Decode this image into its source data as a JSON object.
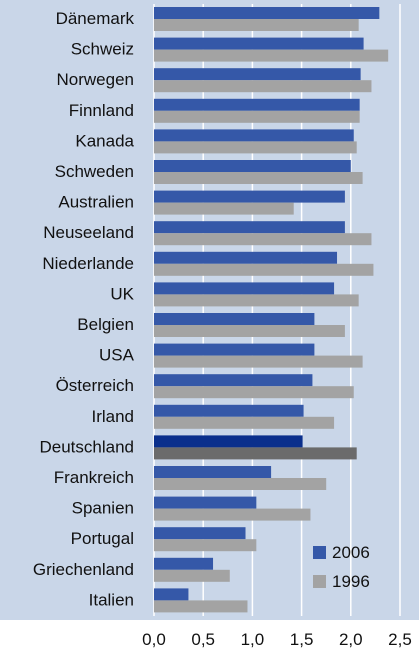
{
  "chart_data": {
    "type": "bar",
    "orientation": "horizontal",
    "categories": [
      "Dänemark",
      "Schweiz",
      "Norwegen",
      "Finnland",
      "Kanada",
      "Schweden",
      "Australien",
      "Neuseeland",
      "Niederlande",
      "UK",
      "Belgien",
      "USA",
      "Österreich",
      "Irland",
      "Deutschland",
      "Frankreich",
      "Spanien",
      "Portugal",
      "Griechenland",
      "Italien"
    ],
    "series": [
      {
        "name": "2006",
        "color": "#3558a8",
        "highlight_color": "#0a2f8c",
        "values": [
          2.29,
          2.13,
          2.1,
          2.09,
          2.03,
          2.0,
          1.94,
          1.94,
          1.86,
          1.83,
          1.63,
          1.63,
          1.61,
          1.52,
          1.51,
          1.19,
          1.04,
          0.93,
          0.6,
          0.35
        ]
      },
      {
        "name": "1996",
        "color": "#a3a3a3",
        "highlight_color": "#6b6b6b",
        "values": [
          2.08,
          2.38,
          2.21,
          2.09,
          2.06,
          2.12,
          1.42,
          2.21,
          2.23,
          2.08,
          1.94,
          2.12,
          2.03,
          1.83,
          2.06,
          1.75,
          1.59,
          1.04,
          0.77,
          0.95
        ]
      }
    ],
    "highlight_category": "Deutschland",
    "xticks": [
      "0,0",
      "0,5",
      "1,0",
      "1,5",
      "2,0",
      "2,5"
    ],
    "xlim": [
      0,
      2.5
    ],
    "grid": "vertical",
    "legend_position": "bottom-right",
    "background_color": "#c9d6e8",
    "title": "",
    "xlabel": "",
    "ylabel": ""
  }
}
